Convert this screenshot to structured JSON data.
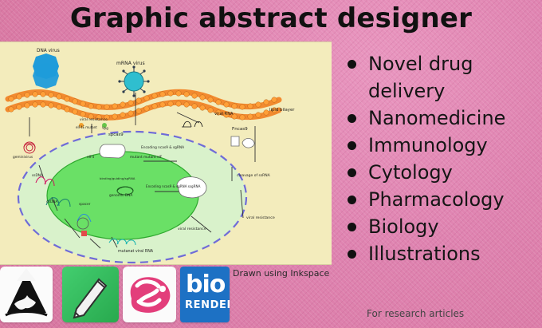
{
  "title": "Graphic abstract designer",
  "topics": [
    "Novel drug",
    "delivery",
    "Nanomedicine",
    "Immunology",
    "Cytology",
    "Pharmacology",
    "Biology",
    "Illustrations"
  ],
  "figure": {
    "labels": {
      "dna_virus": "DNA virus",
      "mrna_virus": "mRNA virus",
      "lipid_bilayer": "lipid bilayer",
      "viral_rna": "viral RNA",
      "fncas9": "Fncas9",
      "spcas9": "spcas9",
      "mutant": "mutant",
      "mutant_eif": "mutant\neIF",
      "eif4": "eIF4",
      "viral_resistance_top": "viral resistance",
      "eif4e_mutant": "eIF4E\nmutant",
      "vpg": "Vpg",
      "geminivirus": "geminivirus",
      "ssdna": "ssDNA",
      "dsdna": "dsDNA",
      "spacer": "spacer",
      "genomic_dna": "genomic DNA",
      "encoding_top": "Encoding ncas9 & sgRNA",
      "encoding_mid": "Encoding ncas9 & sgRNA\nssgRNA",
      "targeting_small_text": "binding/guiding/sgRNA",
      "cleavage": "cleavage of ssRNA",
      "viral_resistance_right": "viral resistance",
      "viral_resistance_bottom": "viral\nresistance",
      "mutanat_viral_rna": "mutanat viral RNA"
    }
  },
  "tools": {
    "caption": "Drawn using Inkspace",
    "biorender_top": "bio",
    "biorender_bottom": "RENDER"
  },
  "footer_note": "For research articles"
}
